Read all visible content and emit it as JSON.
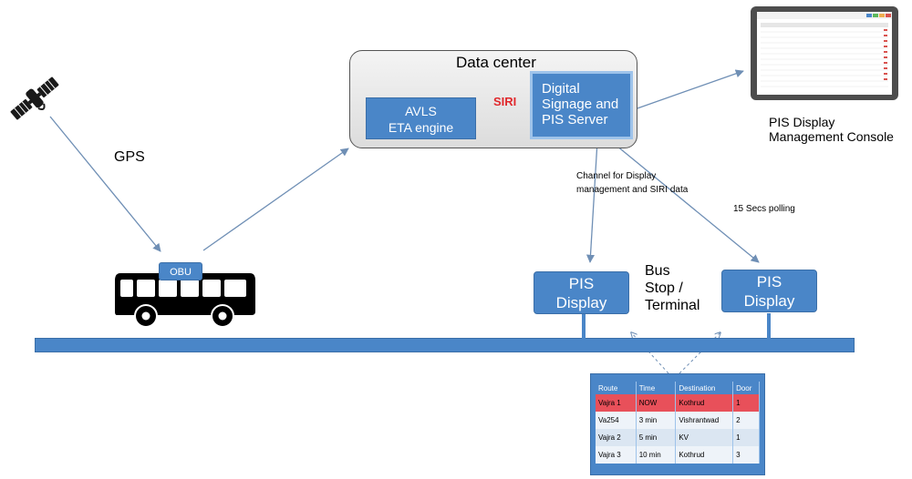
{
  "labels": {
    "gps": "GPS",
    "data_center": "Data center",
    "avls_line1": "AVLS",
    "avls_line2": "ETA engine",
    "siri": "SIRI",
    "pis_server_line1": "Digital",
    "pis_server_line2": "Signage and",
    "pis_server_line3": "PIS Server",
    "console_line1": "PIS Display",
    "console_line2": "Management Console",
    "channel_line1": "Channel for Display",
    "channel_line2": "management and SIRI data",
    "polling": "15 Secs polling",
    "obu": "OBU",
    "pis_display_line1": "PIS",
    "pis_display_line2": "Display",
    "bus_stop_line1": "Bus",
    "bus_stop_line2": "Stop /",
    "bus_stop_line3": "Terminal"
  },
  "board": {
    "headers": [
      "Route",
      "Time",
      "Destination",
      "Door"
    ],
    "rows": [
      [
        "Vajra 1",
        "NOW",
        "Kothrud",
        "1"
      ],
      [
        "Va254",
        "3 min",
        "Vishrantwad",
        "2"
      ],
      [
        "Vajra 2",
        "5 min",
        "KV",
        "1"
      ],
      [
        "Vajra 3",
        "10 min",
        "Kothrud",
        "3"
      ]
    ]
  },
  "colors": {
    "accent": "#4a86c8",
    "siri": "#e0282c",
    "board_highlight": "#e8505a",
    "connector": "#6f8fb5"
  }
}
